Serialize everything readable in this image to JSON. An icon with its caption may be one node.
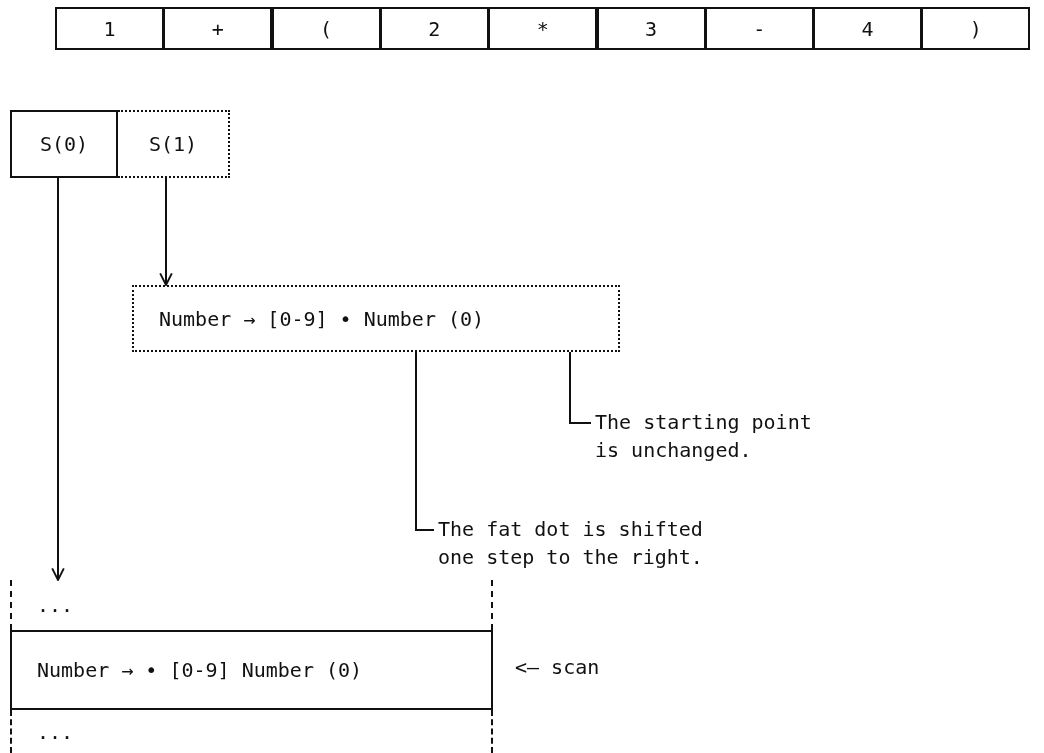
{
  "diagram": {
    "nodes": [
      {
        "text": [
          "1"
        ]
      },
      {
        "text": [
          "+"
        ]
      },
      {
        "text": [
          "("
        ]
      },
      {
        "text": [
          "2"
        ]
      },
      {
        "text": [
          "*"
        ]
      },
      {
        "text": [
          "3"
        ]
      },
      {
        "text": [
          "-"
        ]
      },
      {
        "text": [
          "4"
        ]
      },
      {
        "text": [
          ")"
        ]
      },
      {
        "text": [
          "S(0)"
        ]
      },
      {
        "text": [
          "S(1)"
        ]
      },
      {
        "text": [
          "Number → [0-9] • Number (0)"
        ]
      },
      {
        "text": [
          "The starting point is unchanged."
        ]
      },
      {
        "text": [
          "The fat dot is shifted one step to the right."
        ]
      },
      {
        "text": [
          "..."
        ]
      },
      {
        "text": [
          "Number → • [0-9] Number (0)"
        ],
        "beside": [
          "<— scan"
        ]
      },
      {
        "text": [
          "..."
        ]
      }
    ],
    "edges": [
      {
        "from": 10,
        "to": 11,
        "arrow": "to"
      },
      {
        "from": 9,
        "to": 14,
        "arrow": "to"
      },
      {
        "from": 12,
        "to": 11,
        "arrow": "none"
      },
      {
        "from": 13,
        "to": 11,
        "arrow": "none"
      }
    ]
  }
}
